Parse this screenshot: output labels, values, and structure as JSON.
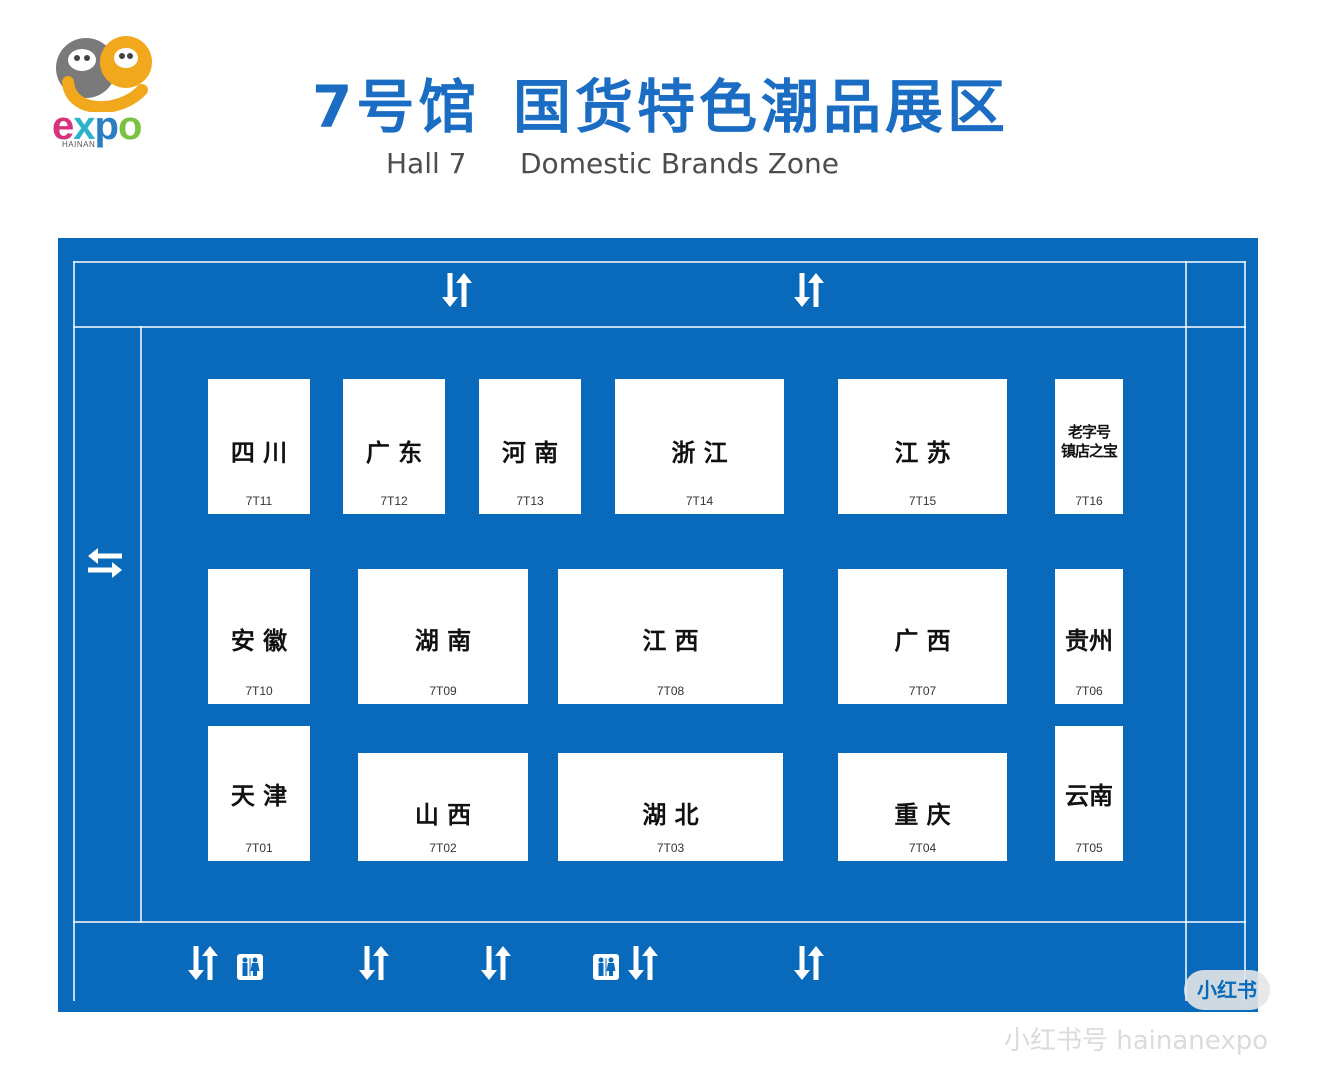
{
  "logo": {
    "text_e": "e",
    "text_x": "x",
    "text_p": "p",
    "text_o": "o",
    "subtext": "HAINAN"
  },
  "title": {
    "hall_zh": "7号馆",
    "zone_zh": "国货特色潮品展区",
    "hall_en": "Hall 7",
    "zone_en": "Domestic Brands Zone"
  },
  "colors": {
    "plan_bg": "#0969ba",
    "title": "#1a6dc2",
    "booth": "#ffffff"
  },
  "booths": [
    {
      "name": "四 川",
      "code": "7T11"
    },
    {
      "name": "广 东",
      "code": "7T12"
    },
    {
      "name": "河 南",
      "code": "7T13"
    },
    {
      "name": "浙 江",
      "code": "7T14"
    },
    {
      "name": "江 苏",
      "code": "7T15"
    },
    {
      "name": "老字号\n镇店之宝",
      "code": "7T16"
    },
    {
      "name": "安 徽",
      "code": "7T10"
    },
    {
      "name": "湖 南",
      "code": "7T09"
    },
    {
      "name": "江 西",
      "code": "7T08"
    },
    {
      "name": "广 西",
      "code": "7T07"
    },
    {
      "name": "贵州",
      "code": "7T06"
    },
    {
      "name": "天 津",
      "code": "7T01"
    },
    {
      "name": "山 西",
      "code": "7T02"
    },
    {
      "name": "湖 北",
      "code": "7T03"
    },
    {
      "name": "重 庆",
      "code": "7T04"
    },
    {
      "name": "云南",
      "code": "7T05"
    }
  ],
  "icons": {
    "entrance": "up-down-arrows-icon",
    "side_entrance": "left-right-arrows-icon",
    "restroom": "restroom-icon"
  },
  "watermark": {
    "badge": "小红书",
    "text": "小红书号 hainanexpo"
  }
}
